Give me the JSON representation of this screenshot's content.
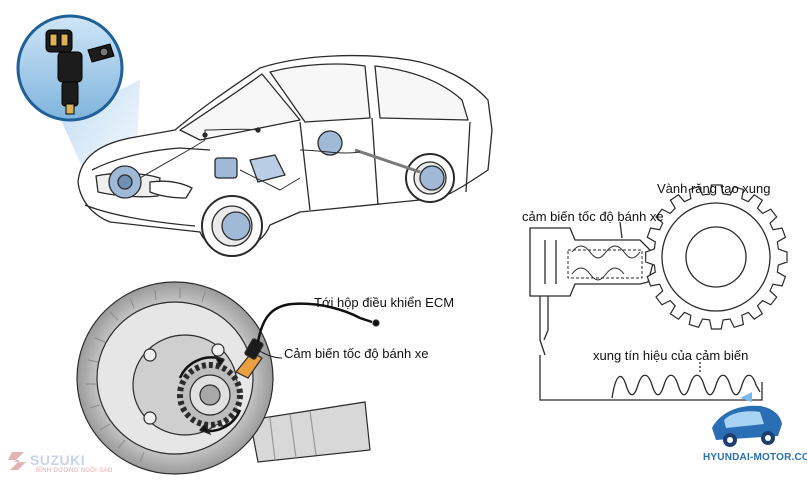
{
  "labels": {
    "ecm": "Tới hộp điều khiển ECM",
    "sensor_wheel": "Cảm biến tốc độ bánh xe",
    "tone_ring": "Vành răng tạo xung",
    "sensor_schematic": "cảm biến tốc độ bánh xe",
    "signal_pulse": "xung tín hiệu của cảm biến"
  },
  "watermarks": {
    "site": "HYUNDAI-MOTOR.COM.VN",
    "brand": "SUZUKI",
    "brand_sub": "BÌNH DƯƠNG NGÔI SAO"
  },
  "colors": {
    "line": "#2b2b2b",
    "car_body": "#ffffff",
    "component_blue": "#9fb9d6",
    "ring_orange": "#e8a040",
    "sensor_dark": "#1c1c1c",
    "callout_border": "#1f5f9a",
    "watermark_blue": "#2a6fb6"
  }
}
